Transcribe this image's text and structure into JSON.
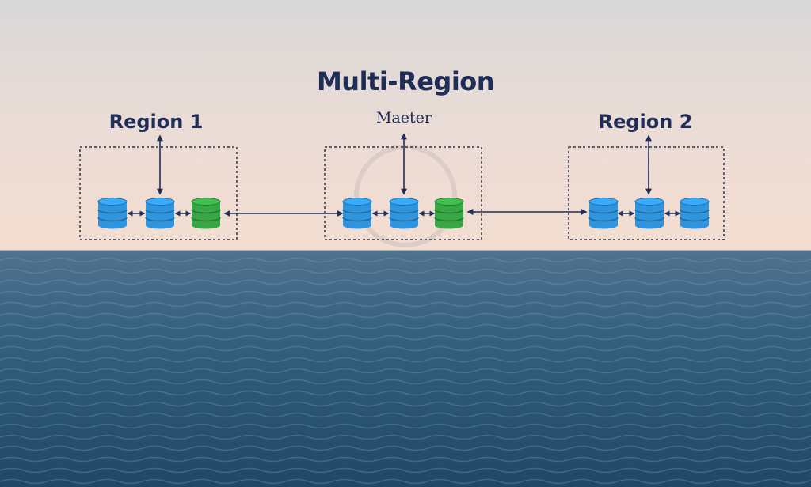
{
  "title": "Multi-Region",
  "regions": [
    {
      "label": "Region 1",
      "databases": [
        "blue",
        "blue",
        "green"
      ]
    },
    {
      "label": "Maeter",
      "databases": [
        "blue",
        "blue",
        "green"
      ]
    },
    {
      "label": "Region 2",
      "databases": [
        "blue",
        "blue",
        "blue"
      ]
    }
  ],
  "colors": {
    "db_blue": "#2f95de",
    "db_green": "#37a845",
    "ink": "#1f2d57",
    "sky_top": "#dcdad8",
    "sky_bottom": "#f1ddd2",
    "sea": "#2b5472"
  },
  "icons": [
    "database-icon",
    "arrow-icon"
  ]
}
